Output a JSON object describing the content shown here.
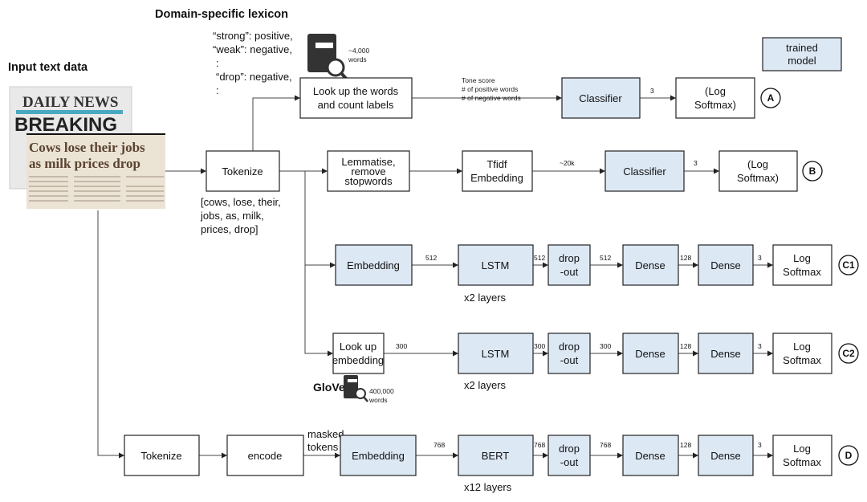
{
  "titles": {
    "lexicon": "Domain-specific lexicon",
    "input": "Input text data"
  },
  "lexicon_entries": [
    "“strong”: positive,",
    "“weak”: negative,",
    ":",
    "“drop”: negative,",
    ":"
  ],
  "lexicon_size": [
    "~4,000",
    "words"
  ],
  "newspaper": {
    "masthead": "DAILY NEWS",
    "banner": "BREAKING",
    "headline": [
      "Cows lose their jobs",
      "as milk prices drop"
    ]
  },
  "legend": {
    "label": [
      "trained",
      "model"
    ],
    "trained_color": "#dde8f5"
  },
  "tokenize": "Tokenize",
  "tokens_example": [
    "[cows, lose, their,",
    "jobs, as, milk,",
    "prices, drop]"
  ],
  "pipeline_a": {
    "lookup": [
      "Look up the words",
      "and count labels"
    ],
    "features": [
      "Tone score",
      "# of positive words",
      "# of negative words"
    ],
    "classifier": "Classifier",
    "dim_out": "3",
    "output": [
      "(Log",
      "Softmax)"
    ],
    "marker": "A"
  },
  "pipeline_b": {
    "lemmatise": [
      "Lemmatise,",
      "remove",
      "stopwords"
    ],
    "tfidf": [
      "Tfidf",
      "Embedding"
    ],
    "dim_tfidf": "~20k",
    "classifier": "Classifier",
    "dim_out": "3",
    "output": [
      "(Log",
      "Softmax)"
    ],
    "marker": "B"
  },
  "pipeline_c1": {
    "embedding": "Embedding",
    "lstm": "LSTM",
    "layers": "x2 layers",
    "dropout": [
      "drop",
      "-out"
    ],
    "dense": "Dense",
    "dims": [
      "512",
      "512",
      "512",
      "128",
      "3"
    ],
    "output": [
      "Log",
      "Softmax"
    ],
    "marker": "C1"
  },
  "pipeline_c2": {
    "lookup": [
      "Look up",
      "embedding"
    ],
    "glove": "GloVe",
    "glove_size": [
      "400,000",
      "words"
    ],
    "lstm": "LSTM",
    "layers": "x2 layers",
    "dropout": [
      "drop",
      "-out"
    ],
    "dense": "Dense",
    "dims": [
      "300",
      "300",
      "300",
      "128",
      "3"
    ],
    "output": [
      "Log",
      "Softmax"
    ],
    "marker": "C2"
  },
  "pipeline_d": {
    "tokenize": "Tokenize",
    "encode": "encode",
    "masked": [
      "masked",
      "tokens"
    ],
    "embedding": "Embedding",
    "bert": "BERT",
    "layers": "x12 layers",
    "dropout": [
      "drop",
      "-out"
    ],
    "dense": "Dense",
    "dims": [
      "768",
      "768",
      "768",
      "128",
      "3"
    ],
    "output": [
      "Log",
      "Softmax"
    ],
    "marker": "D"
  }
}
